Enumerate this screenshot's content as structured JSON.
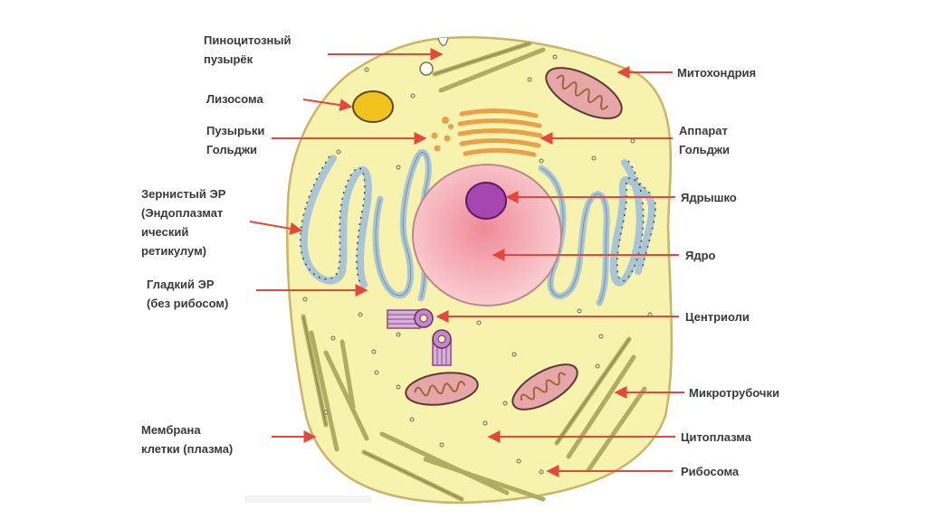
{
  "labels": {
    "pinocytic_vesicle": "Пиноцитозный\nпузырёк",
    "lysosome": "Лизосома",
    "golgi_vesicles": "Пузырьки\nГольджи",
    "rough_er": "Зернистый ЭР\n(Эндоплазмат\nический\nретикулум)",
    "smooth_er": "Гладкий ЭР\n(без рибосом)",
    "membrane": "Мембрана\nклетки (плазма)",
    "mitochondrion": "Митохондрия",
    "golgi_apparatus": "Аппарат\nГольджи",
    "nucleolus": "Ядрышко",
    "nucleus": "Ядро",
    "centrioles": "Центриоли",
    "microtubules": "Микротрубочки",
    "cytoplasm": "Цитоплазма",
    "ribosome": "Рибосома"
  },
  "colors": {
    "cytoplasm": "#f7f2ae",
    "membrane": "#c9b46a",
    "nucleus": "#f5c0c6",
    "nucleolus": "#a646b0",
    "er": "#a9c5d6",
    "golgi": "#e8a14a",
    "lysosome": "#f2c21f",
    "mitochondrion": "#e7a7a8",
    "microtubule": "#c7c47a",
    "centriole": "#c689c8",
    "arrow": "#e5473a"
  }
}
